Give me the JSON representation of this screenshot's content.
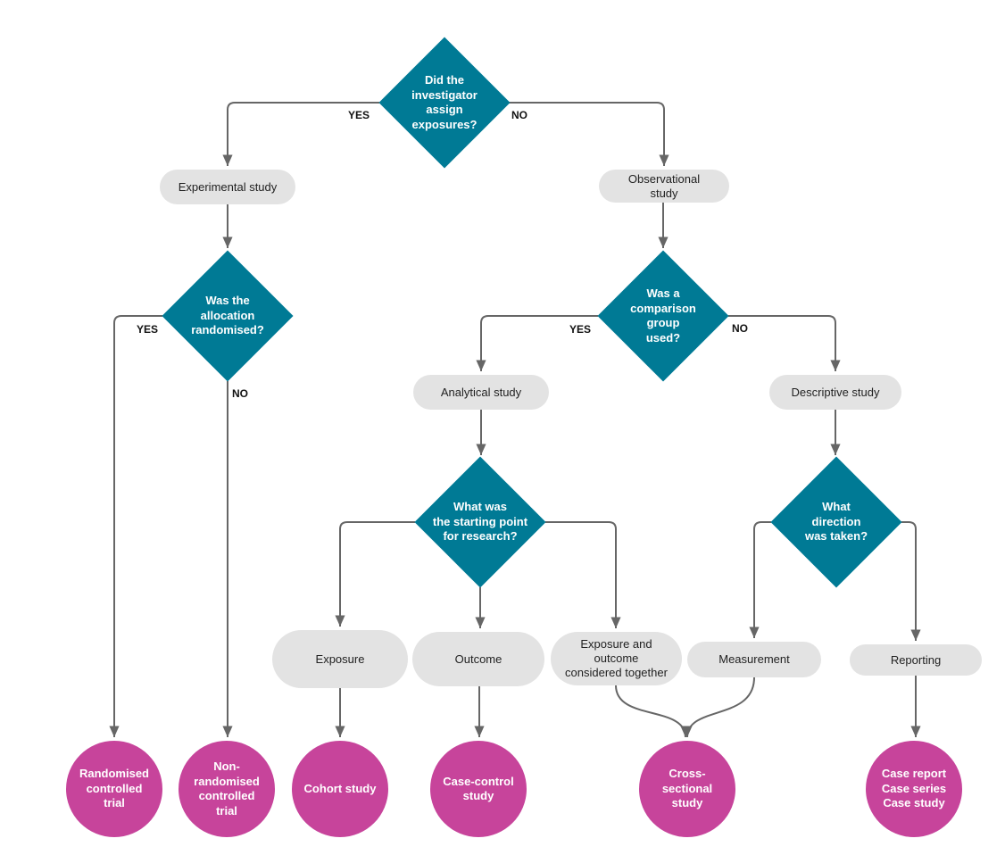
{
  "colors": {
    "decision": "#007a95",
    "outcome": "#c7449b",
    "category": "#e3e3e3",
    "connector": "#666666"
  },
  "decisions": {
    "assign": "Did the\ninvestigator\nassign\nexposures?",
    "randomised": "Was the\nallocation\nrandomised?",
    "comparison": "Was a\ncomparison group\nused?",
    "starting_point": "What was\nthe starting point\nfor research?",
    "direction": "What\ndirection\nwas taken?"
  },
  "categories": {
    "experimental": "Experimental study",
    "observational": "Observational\nstudy",
    "analytical": "Analytical study",
    "descriptive": "Descriptive study",
    "exposure": "Exposure",
    "outcome": "Outcome",
    "together": "Exposure and\noutcome\nconsidered together",
    "measurement": "Measurement",
    "reporting": "Reporting"
  },
  "outcomes": {
    "rct": "Randomised\ncontrolled\ntrial",
    "nrct": "Non-\nrandomised\ncontrolled\ntrial",
    "cohort": "Cohort study",
    "case_control": "Case-control\nstudy",
    "cross_sectional": "Cross-\nsectional\nstudy",
    "case_report": "Case report\nCase series\nCase study"
  },
  "branch_labels": {
    "assign_yes": "YES",
    "assign_no": "NO",
    "randomised_yes": "YES",
    "randomised_no": "NO",
    "comparison_yes": "YES",
    "comparison_no": "NO"
  }
}
